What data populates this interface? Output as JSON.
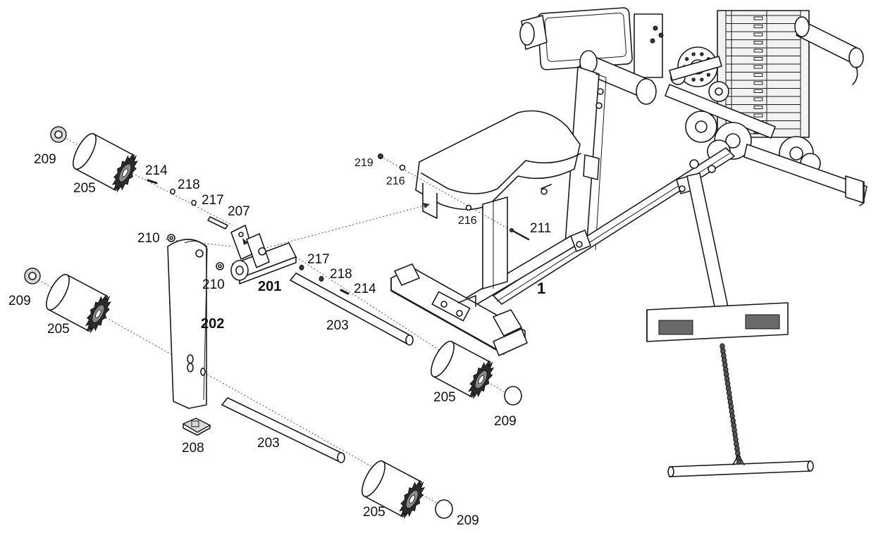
{
  "labels": {
    "p1": "1",
    "p201": "201",
    "p202": "202",
    "p203a": "203",
    "p203b": "203",
    "p205a": "205",
    "p205b": "205",
    "p205c": "205",
    "p205d": "205",
    "p207": "207",
    "p208": "208",
    "p209a": "209",
    "p209b": "209",
    "p209c": "209",
    "p209d": "209",
    "p210a": "210",
    "p210b": "210",
    "p211": "211",
    "p214a": "214",
    "p214b": "214",
    "p216a": "216",
    "p216b": "216",
    "p217a": "217",
    "p217b": "217",
    "p218a": "218",
    "p218b": "218",
    "p219": "219"
  },
  "colors": {
    "line": "#1a1a1a",
    "background": "#ffffff",
    "foam_texture": "#3a3a3a",
    "weight_stack": "#f2f2f2"
  }
}
